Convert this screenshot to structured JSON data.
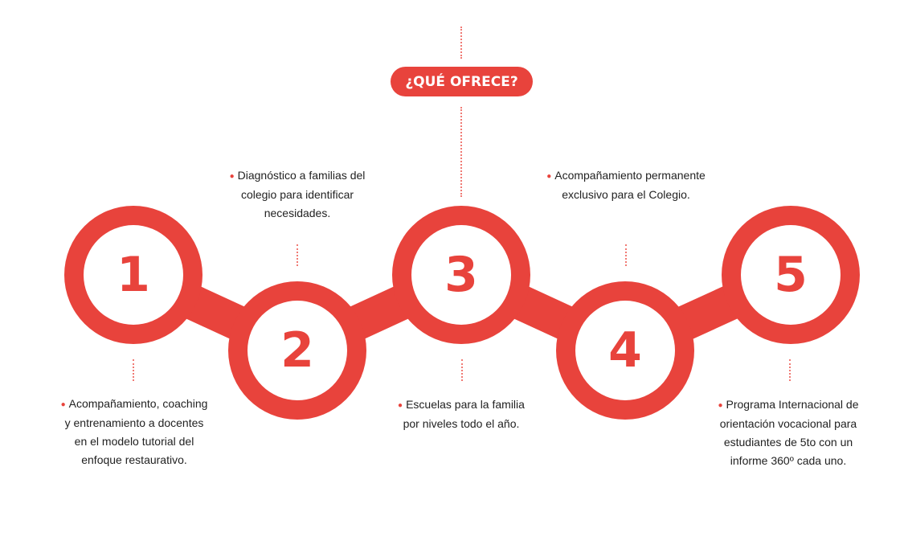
{
  "title": "¿QUÉ OFRECE?",
  "accent_color": "#e8433c",
  "steps": [
    {
      "number": "1",
      "text": "Acompañamiento, coaching y entrenamiento a docentes en el modelo tutorial del enfoque restaurativo."
    },
    {
      "number": "2",
      "text": "Diagnóstico a familias del colegio para identificar necesidades."
    },
    {
      "number": "3",
      "text": "Escuelas para la familia por niveles todo el año."
    },
    {
      "number": "4",
      "text": "Acompañamiento permanente exclusivo para el Colegio."
    },
    {
      "number": "5",
      "text": "Programa Internacional de orientación vocacional para estudiantes de 5to con un informe 360º cada uno."
    }
  ]
}
